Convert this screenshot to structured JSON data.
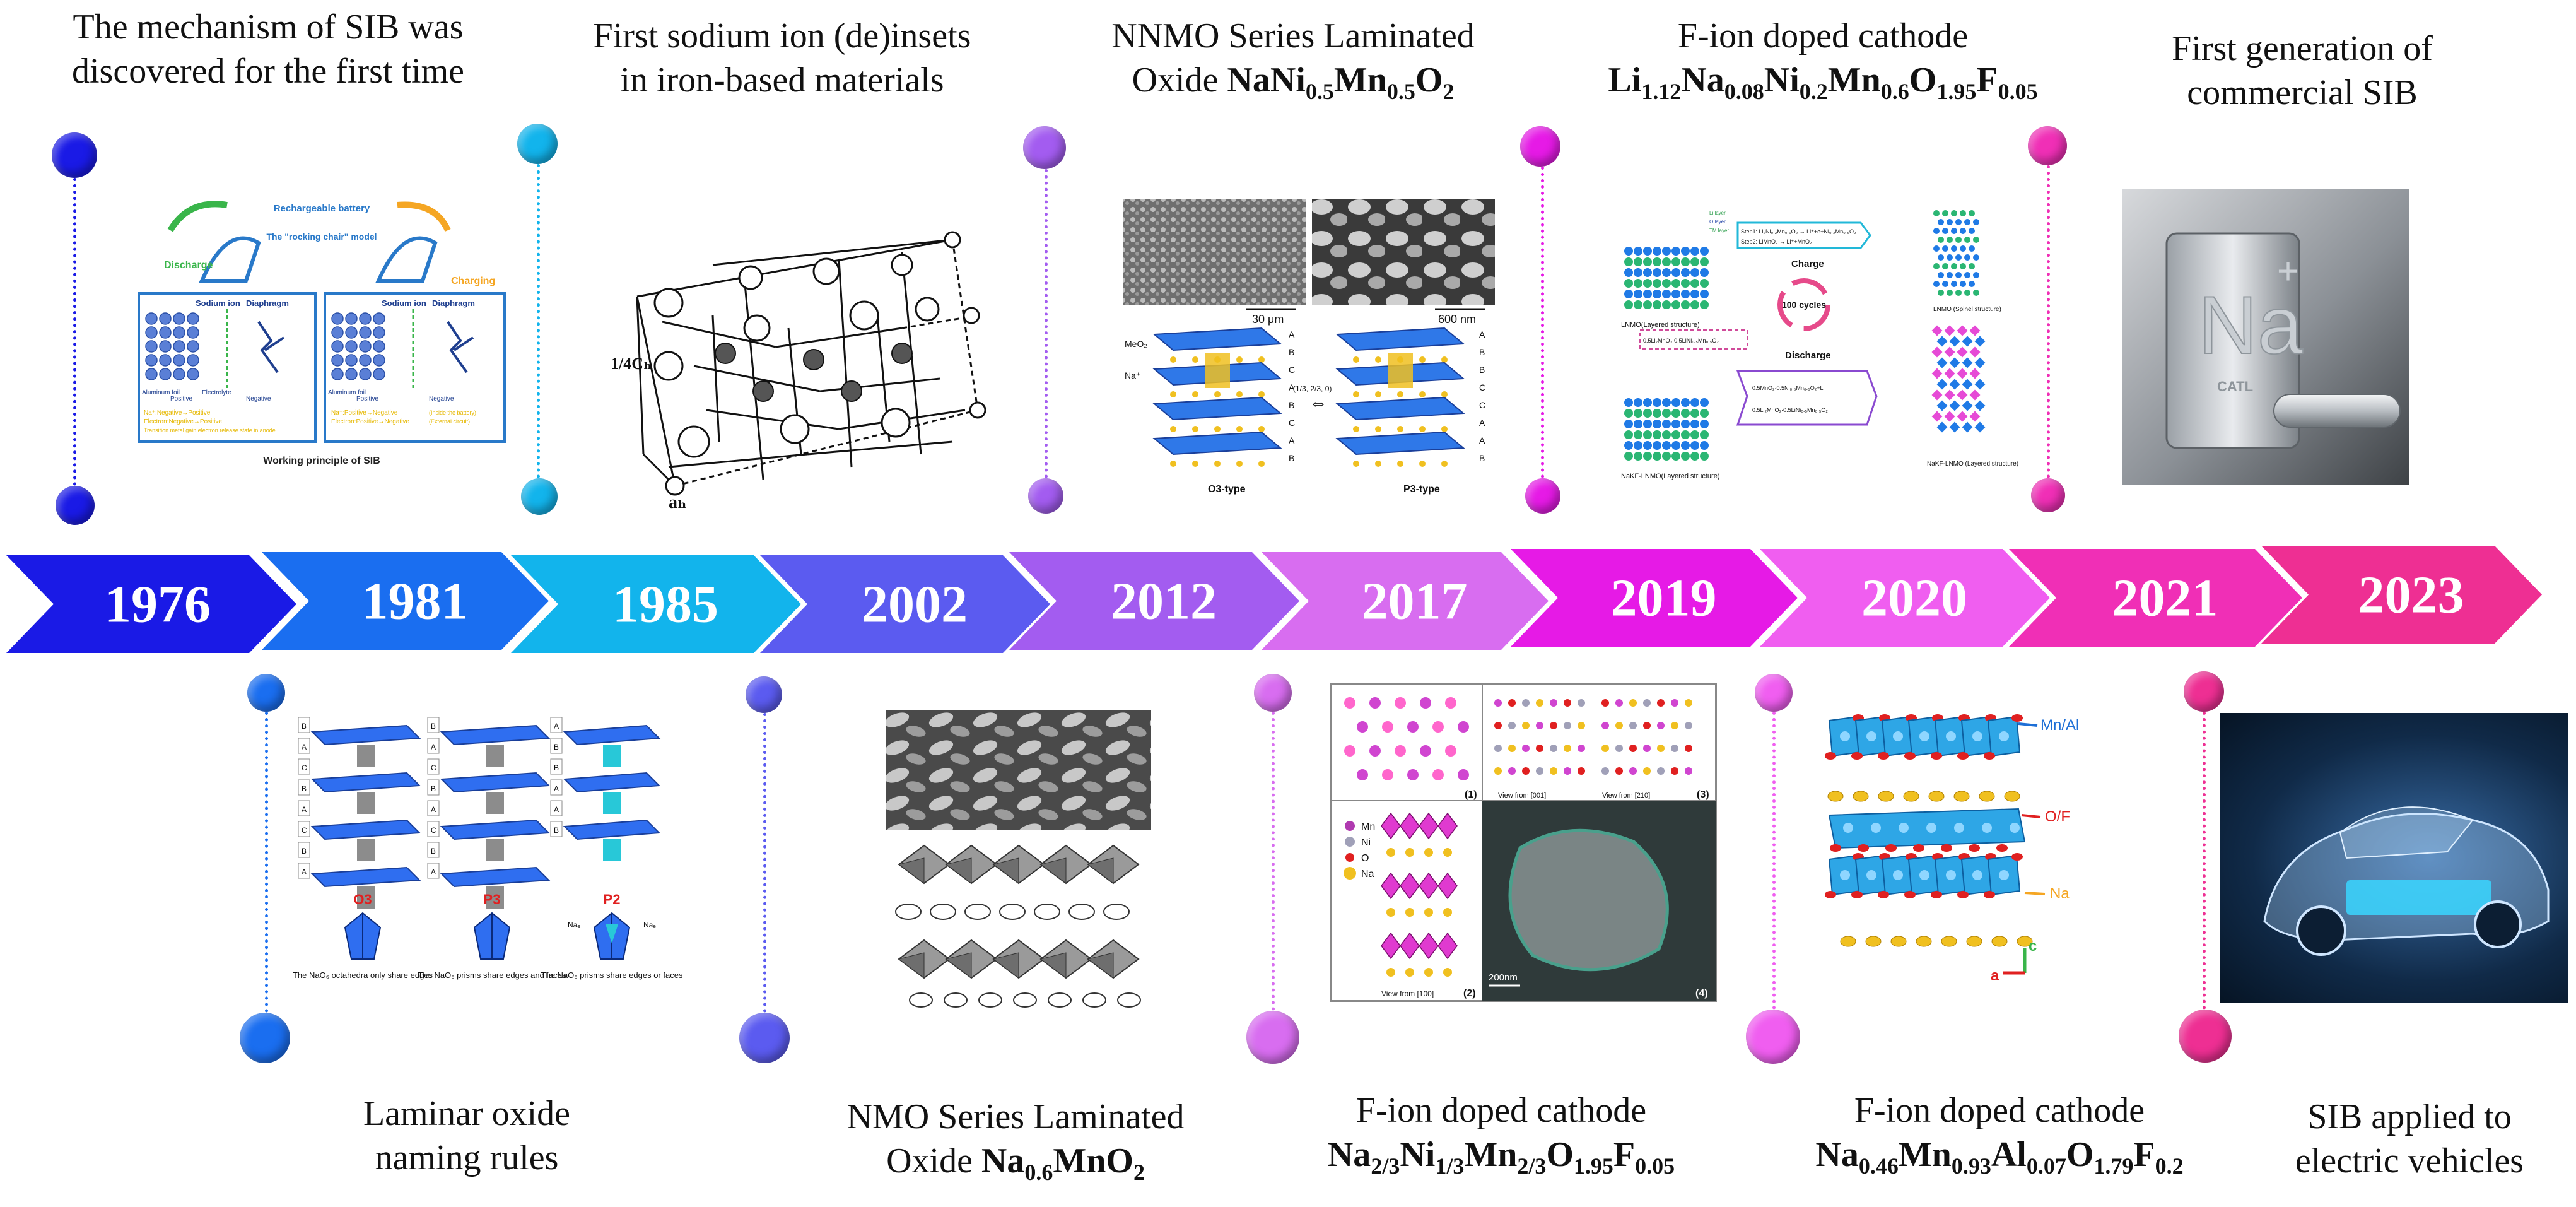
{
  "timeline": {
    "segments": [
      {
        "year": "1976",
        "color": "#1a1ae6"
      },
      {
        "year": "1981",
        "color": "#1a6ef0"
      },
      {
        "year": "1985",
        "color": "#12b4ec"
      },
      {
        "year": "2002",
        "color": "#5b5bf0"
      },
      {
        "year": "2012",
        "color": "#a35cf0"
      },
      {
        "year": "2017",
        "color": "#d86df0"
      },
      {
        "year": "2019",
        "color": "#e61ae6"
      },
      {
        "year": "2020",
        "color": "#f05ef0"
      },
      {
        "year": "2021",
        "color": "#f02fb6"
      },
      {
        "year": "2023",
        "color": "#ee2f93"
      }
    ]
  },
  "events": {
    "e1976": {
      "line1": "The mechanism of SIB was",
      "line2": "discovered for the first time"
    },
    "e1981": {
      "line1": "Laminar oxide",
      "line2": "naming rules"
    },
    "e1985": {
      "line1": "First sodium ion (de)insets",
      "line2": "in iron-based materials"
    },
    "e2002": {
      "line1": "NMO Series Laminated",
      "line2a": "Oxide ",
      "line2b": "Na",
      "sub1": "0.6",
      "line2c": "MnO",
      "sub2": "2"
    },
    "e2012": {
      "line1": "NNMO Series Laminated",
      "line2a": "Oxide ",
      "f1": "NaNi",
      "s1": "0.5",
      "f2": "Mn",
      "s2": "0.5",
      "f3": "O",
      "s3": "2"
    },
    "e2017": {
      "line1": "F-ion doped cathode",
      "f1": "Na",
      "s1": "2/3",
      "f2": "Ni",
      "s2": "1/3",
      "f3": "Mn",
      "s3": "2/3",
      "f4": "O",
      "s4": "1.95",
      "f5": "F",
      "s5": "0.05"
    },
    "e2019": {
      "line1": "F-ion doped cathode",
      "f1": "Li",
      "s1": "1.12",
      "f2": "Na",
      "s2": "0.08",
      "f3": "Ni",
      "s3": "0.2",
      "f4": "Mn",
      "s4": "0.6",
      "f5": "O",
      "s5": "1.95",
      "f6": "F",
      "s6": "0.05"
    },
    "e2020": {
      "line1": "F-ion doped cathode",
      "f1": "Na",
      "s1": "0.46",
      "f2": "Mn",
      "s2": "0.93",
      "f3": "Al",
      "s3": "0.07",
      "f4": "O",
      "s4": "1.79",
      "f5": "F",
      "s5": "0.2"
    },
    "e2021": {
      "line1": "First generation of",
      "line2": "commercial SIB"
    },
    "e2023": {
      "line1": "SIB applied to",
      "line2": "electric vehicles"
    }
  },
  "panels": {
    "p1976": {
      "top": "Rechargeable battery",
      "model": "The \"rocking chair\" model",
      "discharge": "Discharge",
      "charging": "Charging",
      "sodium_ion": "Sodium ion",
      "diaphragm": "Diaphragm",
      "electrolyte": "Electrolyte",
      "aluminum_foil": "Aluminum foil",
      "positive": "Positive",
      "negative": "Negative",
      "desc_left": "Na⁺:Negative→Positive",
      "desc_left2": "Electron:Negative→Positive",
      "desc_left3": "Transition metal gain electron release state in anode",
      "desc_right": "Na⁺:Positive→Negative",
      "desc_right2": "Electron:Positive→Negative",
      "inside": "(Inside the battery)",
      "external": "(External circuit)",
      "bottom": "Working principle of SIB"
    },
    "p1981": {
      "o3": "O3",
      "p3": "P3",
      "p2": "P2",
      "d1": "The NaO₆ octahedra only share edges",
      "d2": "The NaO₆ prisms share edges and faces",
      "d3": "The NaO₆ prisms share edges or faces",
      "na_e": "Naₑ",
      "na_f": "Naₑ"
    },
    "p1985": {
      "label_c": "1/4Cₕ",
      "label_a": "aₕ"
    },
    "p2012": {
      "scale1": "30 μm",
      "scale2": "600 nm",
      "meo2": "MeO₂",
      "na": "Na⁺",
      "o3type": "O3-type",
      "p3type": "P3-type",
      "shift": "(1/3, 2/3, 0)",
      "seq": "A B C A B C A B",
      "seq2": "A B B C C A A B"
    },
    "p2017": {
      "mn": "Mn",
      "ni": "Ni",
      "o": "O",
      "na": "Na",
      "n1": "(1)",
      "n2": "(2)",
      "n3": "(3)",
      "n4": "(4)",
      "view1": "View from [100]",
      "view2": "View from [001]",
      "view3": "View from [210]",
      "scale": "200nm"
    },
    "p2019": {
      "left_top": "LNMO(Layered structure)",
      "left_bottom": "NaKF-LNMO(Layered structure)",
      "step1": "Step1: Li₂Ni₀.₂Mn₀.₆O₂ → Li⁺+e+Ni₀.₂Mn₀.₆O₂",
      "step2": "Step2: LiMnO₂ → Li⁺+MnO₂",
      "charge": "Charge",
      "cycles": "100 cycles",
      "discharge": "Discharge",
      "mid": "0.5Li₂MnO₃·0.5LiNi₀.₅Mn₀.₅O₂",
      "r1": "0.5MnO₂·0.5Ni₀.₅Mn₀.₅O₂+Li",
      "r2": "0.5Li₂MnO₃·0.5LiNi₀.₅Mn₀.₅O₂",
      "right_top": "LNMO (Spinel structure)",
      "right_bottom": "NaKF-LNMO (Layered structure)",
      "li_layer": "Li layer",
      "o_layer": "O layer",
      "tm_layer": "TM layer"
    },
    "p2020": {
      "mnal": "Mn/Al",
      "of": "O/F",
      "na": "Na",
      "c": "c",
      "a": "a"
    },
    "p2021": {
      "logo": "CATL"
    }
  }
}
